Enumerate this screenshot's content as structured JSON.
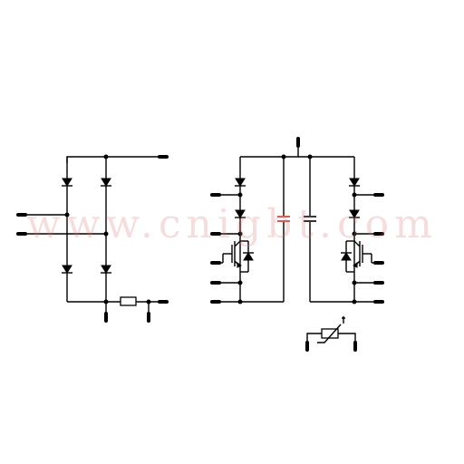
{
  "watermark": "www.cnigbt.com",
  "colors": {
    "line": "#000000",
    "capacitor": "#c0392b",
    "watermark": "#dc7878"
  },
  "components": {
    "rectifier_bridge": "diode-bridge",
    "inverter_left_leg": "igbt-with-diodes",
    "inverter_right_leg": "igbt-with-diodes",
    "dc_link": "two-capacitors",
    "brake_resistor": "resistor",
    "thermistor": "ntc-thermistor"
  }
}
